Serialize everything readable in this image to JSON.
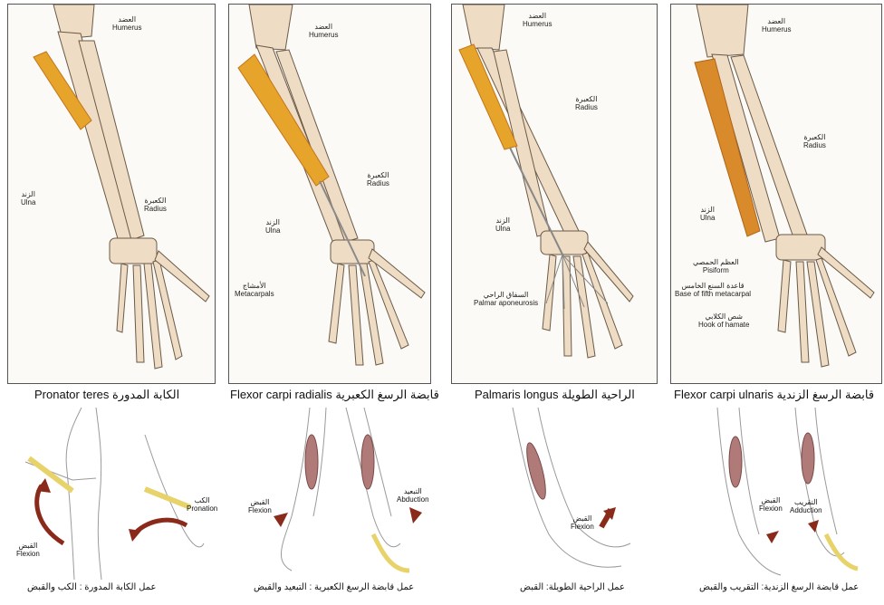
{
  "panels": [
    {
      "title": "Pronator teres الكابة المدورة",
      "labels": {
        "humerus_ar": "العضد",
        "humerus_en": "Humerus",
        "ulna_ar": "الزند",
        "ulna_en": "Ulna",
        "radius_ar": "الكعبرة",
        "radius_en": "Radius"
      },
      "action": {
        "flexion_ar": "القبض",
        "flexion_en": "Flexion",
        "pronation_ar": "الكب",
        "pronation_en": "Pronation"
      },
      "caption": "عمل الكابة المدورة : الكب والقبض"
    },
    {
      "title": "Flexor carpi radialis قابضة الرسغ الكعبرية",
      "labels": {
        "humerus_ar": "العضد",
        "humerus_en": "Humerus",
        "radius_ar": "الكعبرة",
        "radius_en": "Radius",
        "ulna_ar": "الزند",
        "ulna_en": "Ulna",
        "metacarpals_ar": "الأمشاج",
        "metacarpals_en": "Metacarpals"
      },
      "action": {
        "flexion_ar": "القبض",
        "flexion_en": "Flexion",
        "abduction_ar": "التبعيد",
        "abduction_en": "Abduction"
      },
      "caption": "عمل قابضة الرسغ الكعبرية : التبعيد والقبض"
    },
    {
      "title": "Palmaris longus الراحية الطويلة",
      "labels": {
        "humerus_ar": "العضد",
        "humerus_en": "Humerus",
        "radius_ar": "الكعبرة",
        "radius_en": "Radius",
        "ulna_ar": "الزند",
        "ulna_en": "Ulna",
        "aponeurosis_ar": "السفاق الراحي",
        "aponeurosis_en": "Palmar aponeurosis"
      },
      "action": {
        "flexion_ar": "القبض",
        "flexion_en": "Flexion"
      },
      "caption": "عمل الراحية الطويلة: القبض"
    },
    {
      "title": "Flexor carpi ulnaris قابضة الرسغ الزندية",
      "labels": {
        "humerus_ar": "العضد",
        "humerus_en": "Humerus",
        "radius_ar": "الكعبرة",
        "radius_en": "Radius",
        "ulna_ar": "الزند",
        "ulna_en": "Ulna",
        "pisiform_ar": "العظم الحمصي",
        "pisiform_en": "Pisiform",
        "base_ar": "قاعدة السنع الخامس",
        "base_en": "Base of fifth metacarpal",
        "hamate_ar": "شص الكلابي",
        "hamate_en": "Hook of hamate"
      },
      "action": {
        "flexion_ar": "القبض",
        "flexion_en": "Flexion",
        "adduction_ar": "التقريب",
        "adduction_en": "Adduction"
      },
      "caption": "عمل قابضة الرسغ الزندية: التقريب والقبض"
    }
  ],
  "colors": {
    "bone": "#efdcc4",
    "bone_outline": "#6b5a48",
    "muscle": "#e6a52a",
    "muscle_dark": "#c4741a",
    "arrow": "#8a2a1a",
    "limb_muscle": "#b07a78",
    "highlight_hand": "#e8d36a"
  }
}
